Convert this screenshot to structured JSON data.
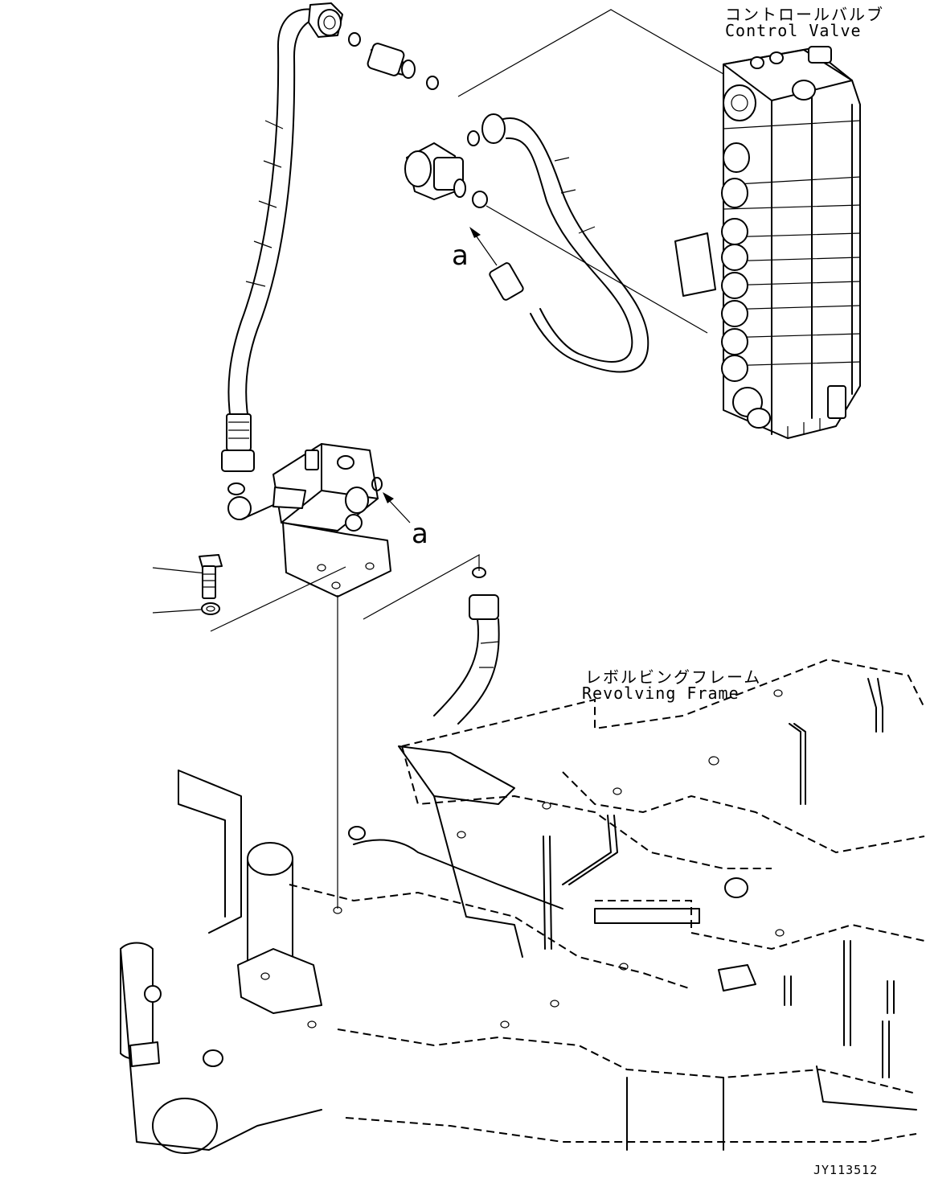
{
  "labels": {
    "control_valve_jp": "コントロールバルブ",
    "control_valve_en": "Control Valve",
    "revolving_frame_jp": "レボルビングフレーム",
    "revolving_frame_en": "Revolving Frame",
    "callout_a_upper": "a",
    "callout_a_lower": "a",
    "drawing_number": "JY113512"
  }
}
